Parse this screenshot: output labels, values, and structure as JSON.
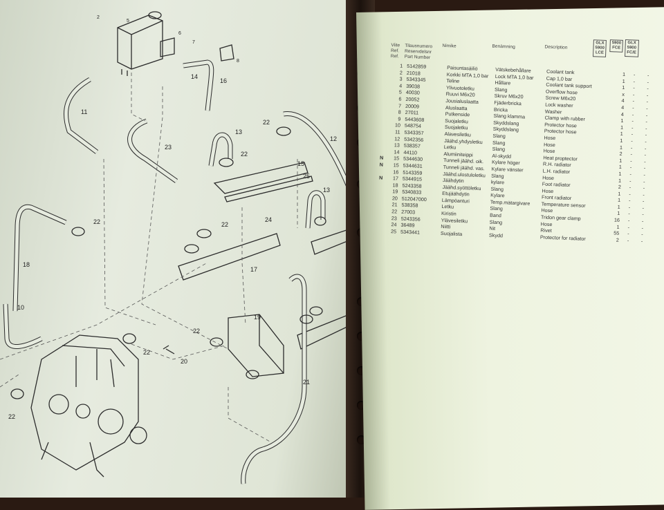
{
  "table": {
    "header": {
      "viite": "Viite",
      "ref1": "Ref.",
      "ref2": "Ref.",
      "tilausnumero": "Tilausnumero",
      "reservdelsnr": "Reservdelsnr",
      "part_number": "Part Number",
      "nimike": "Nimike",
      "benamning": "Benämning",
      "description": "Description",
      "glx1": "GLX\n5900\nLCE",
      "glx2": "5900\nFCE",
      "glx3": "GLX\n5900\nFC/E"
    },
    "rows": [
      {
        "flag": "",
        "no": "1",
        "part": "5142859",
        "fi": "Paisuntasäiliö",
        "sv": "Vätskebehållare",
        "en": "Coolant tank",
        "qty": "1"
      },
      {
        "flag": "",
        "no": "2",
        "part": "21018",
        "fi": "Korkki MTA 1,0 bar",
        "sv": "Lock MTA 1,0 bar",
        "en": "Cap 1,0 bar",
        "qty": "1"
      },
      {
        "flag": "",
        "no": "3",
        "part": "5343345",
        "fi": "Teline",
        "sv": "Hållare",
        "en": "Coolant tank support",
        "qty": "1"
      },
      {
        "flag": "",
        "no": "4",
        "part": "39038",
        "fi": "Ylivuotoletku",
        "sv": "Slang",
        "en": "Overflow hose",
        "qty": "x"
      },
      {
        "flag": "",
        "no": "5",
        "part": "40030",
        "fi": "Ruuvi M6x20",
        "sv": "Skruv M6x20",
        "en": "Screw M6x20",
        "qty": "4"
      },
      {
        "flag": "",
        "no": "6",
        "part": "20052",
        "fi": "Jousialuslaatta",
        "sv": "Fjäderbricka",
        "en": "Lock washer",
        "qty": "4"
      },
      {
        "flag": "",
        "no": "7",
        "part": "20009",
        "fi": "Aluslaatta",
        "sv": "Bricka",
        "en": "Washer",
        "qty": "4"
      },
      {
        "flag": "",
        "no": "8",
        "part": "27011",
        "fi": "Putkenside",
        "sv": "Slang klamma",
        "en": "Clamp with rubber",
        "qty": "1"
      },
      {
        "flag": "",
        "no": "9",
        "part": "5443608",
        "fi": "Suojaletku",
        "sv": "Skyddslang",
        "en": "Protector hose",
        "qty": "1"
      },
      {
        "flag": "",
        "no": "10",
        "part": "548754",
        "fi": "Suojaletku",
        "sv": "Skyddslang",
        "en": "Protector hose",
        "qty": "1"
      },
      {
        "flag": "",
        "no": "11",
        "part": "5343357",
        "fi": "Alavesiletku",
        "sv": "Slang",
        "en": "Hose",
        "qty": "1"
      },
      {
        "flag": "",
        "no": "12",
        "part": "5342356",
        "fi": "Jäähd.yhdysletku",
        "sv": "Slang",
        "en": "Hose",
        "qty": "1"
      },
      {
        "flag": "",
        "no": "13",
        "part": "538357",
        "fi": "Letku",
        "sv": "Slang",
        "en": "Hose",
        "qty": "2"
      },
      {
        "flag": "",
        "no": "14",
        "part": "44110",
        "fi": "Alumiiniteippi",
        "sv": "Al-skydd",
        "en": "Heat proptector",
        "qty": "1"
      },
      {
        "flag": "N",
        "no": "15",
        "part": "5344630",
        "fi": "Tunneli jäähd. oik.",
        "sv": "Kylare höger",
        "en": "R.H. radiator",
        "qty": "1"
      },
      {
        "flag": "N",
        "no": "15",
        "part": "5344631",
        "fi": "Tunneli jäähd. vas.",
        "sv": "Kylare vänster",
        "en": "L.H. radiator",
        "qty": "1"
      },
      {
        "flag": "",
        "no": "16",
        "part": "5143359",
        "fi": "Jäähd.ulostuloletku",
        "sv": "Slang",
        "en": "Hose",
        "qty": "1"
      },
      {
        "flag": "N",
        "no": "17",
        "part": "5344915",
        "fi": "Jäähdytin",
        "sv": "kylare",
        "en": "Foot radiator",
        "qty": "2"
      },
      {
        "flag": "",
        "no": "18",
        "part": "5243358",
        "fi": "Jäähd.syöttöletku",
        "sv": "Slang",
        "en": "Hose",
        "qty": "1"
      },
      {
        "flag": "",
        "no": "19",
        "part": "5340833",
        "fi": "Etujäähdytin",
        "sv": "Kylare",
        "en": "Front radiator",
        "qty": "1"
      },
      {
        "flag": "",
        "no": "20",
        "part": "512047000",
        "fi": "Lämpöanturi",
        "sv": "Temp.mätargivare",
        "en": "Temperature sensor",
        "qty": "1"
      },
      {
        "flag": "",
        "no": "21",
        "part": "538358",
        "fi": "Letku",
        "sv": "Slang",
        "en": "Hose",
        "qty": "1"
      },
      {
        "flag": "",
        "no": "22",
        "part": "27003",
        "fi": "Kiristin",
        "sv": "Band",
        "en": "Tridon gear clamp",
        "qty": "16"
      },
      {
        "flag": "",
        "no": "23",
        "part": "5243356",
        "fi": "Ylävesiletku",
        "sv": "Slang",
        "en": "Hose",
        "qty": "1"
      },
      {
        "flag": "",
        "no": "24",
        "part": "36489",
        "fi": "Niitti",
        "sv": "Nit",
        "en": "Rivet",
        "qty": "55"
      },
      {
        "flag": "",
        "no": "25",
        "part": "5343441",
        "fi": "Suojalista",
        "sv": "Skydd",
        "en": "Protector for radiator",
        "qty": "2"
      }
    ]
  },
  "diagram_callouts": [
    "2",
    "5",
    "6",
    "7",
    "8",
    "14",
    "16",
    "11",
    "23",
    "12",
    "13",
    "22",
    "15",
    "25",
    "13",
    "22",
    "24",
    "22",
    "17",
    "18",
    "10",
    "19",
    "22",
    "22",
    "20",
    "21",
    "22",
    "22"
  ],
  "colors": {
    "paper": "#eef3e0",
    "ink": "#333333",
    "spine": "#1b120d",
    "background": "#2a1a12"
  }
}
